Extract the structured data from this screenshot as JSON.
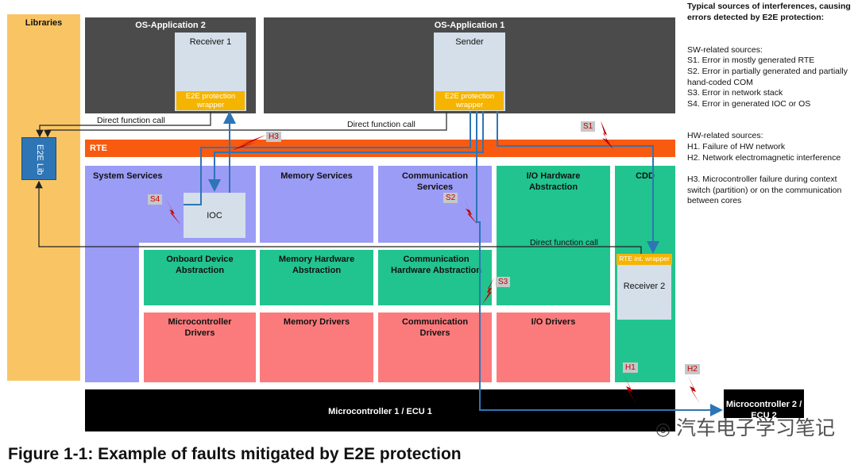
{
  "diagram": {
    "libraries": "Libraries",
    "os_app_2": {
      "title": "OS-Application 2",
      "receiver": "Receiver 1",
      "wrapper": "E2E protection wrapper"
    },
    "os_app_1": {
      "title": "OS-Application 1",
      "sender": "Sender",
      "wrapper": "E2E protection wrapper"
    },
    "e2e_lib": "E2E Lib",
    "rte": "RTE",
    "direct_call": "Direct function call",
    "modules": {
      "system_services": "System Services",
      "ioc": "IOC",
      "memory_services": "Memory Services",
      "communication_services": "Communication Services",
      "io_hw_abstraction": "I/O Hardware Abstraction",
      "cdd": "CDD",
      "rte_int_wrapper": "RTE int. wrapper",
      "receiver_2": "Receiver 2",
      "onboard_device_abstraction": "Onboard Device Abstraction",
      "memory_hw_abstraction": "Memory Hardware Abstraction",
      "comm_hw_abstraction": "Communication Hardware Abstraction",
      "mcu_drivers": "Microcontroller Drivers",
      "memory_drivers": "Memory Drivers",
      "comm_drivers": "Communication Drivers",
      "io_drivers": "I/O Drivers",
      "mcu1": "Microcontroller 1 / ECU 1",
      "mcu2": "Microcontroller 2 / ECU 2"
    },
    "faults": {
      "s1": "S1",
      "s2": "S2",
      "s3": "S3",
      "s4": "S4",
      "h1": "H1",
      "h2": "H2",
      "h3": "H3"
    }
  },
  "legend": {
    "heading": "Typical sources of interferences, causing errors detected by E2E protection:",
    "sw_title": "SW-related sources:",
    "sw_items": [
      "S1. Error in mostly generated RTE",
      "S2. Error in partially generated and partially hand-coded COM",
      "S3. Error in network stack",
      "S4. Error in generated IOC or OS"
    ],
    "hw_title": "HW-related sources:",
    "hw_items": [
      "H1. Failure of HW network",
      "H2. Network electromagnetic interference",
      "H3. Microcontroller failure during context switch (partition) or on the communication between cores"
    ]
  },
  "caption": "Figure 1-1: Example of faults mitigated by E2E protection",
  "watermark": "汽车电子学习笔记",
  "colors": {
    "rte": "#f85a10",
    "libraries": "#f9c564",
    "services": "#9b9cf6",
    "abstraction": "#21c48e",
    "drivers": "#fb7b7c",
    "wrapper": "#f5b400",
    "arrow": "#2e75b6",
    "fault": "#c00000"
  }
}
